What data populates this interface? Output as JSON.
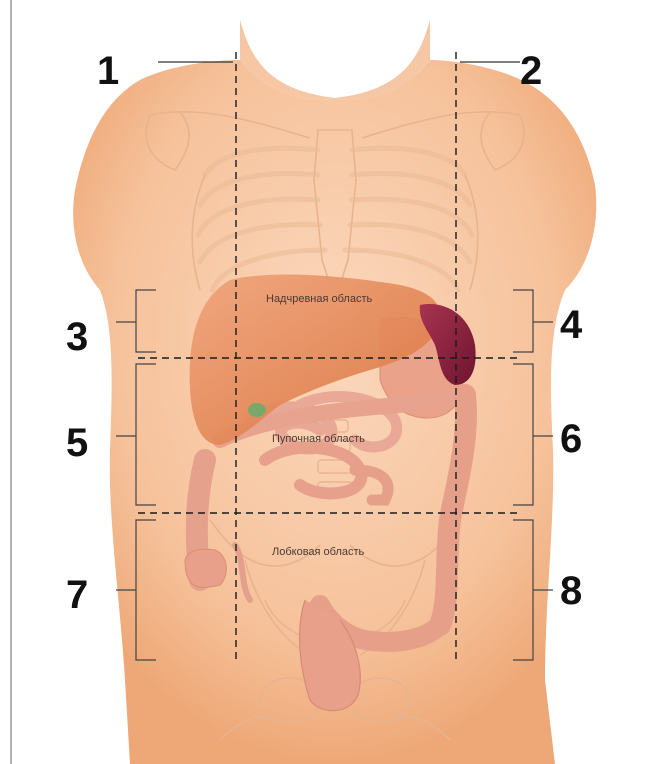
{
  "labels": {
    "n1": "1",
    "n2": "2",
    "n3": "3",
    "n4": "4",
    "n5": "5",
    "n6": "6",
    "n7": "7",
    "n8": "8"
  },
  "regions": {
    "epigastric": "Надчревная область",
    "umbilical": "Пупочная область",
    "pubic": "Лобковая область"
  },
  "colors": {
    "skin": "#f2b183",
    "liver": "#e88c5a",
    "spleen": "#8c1f3c",
    "intestine": "#e8a08e",
    "gallbladder": "#7aa86a"
  }
}
